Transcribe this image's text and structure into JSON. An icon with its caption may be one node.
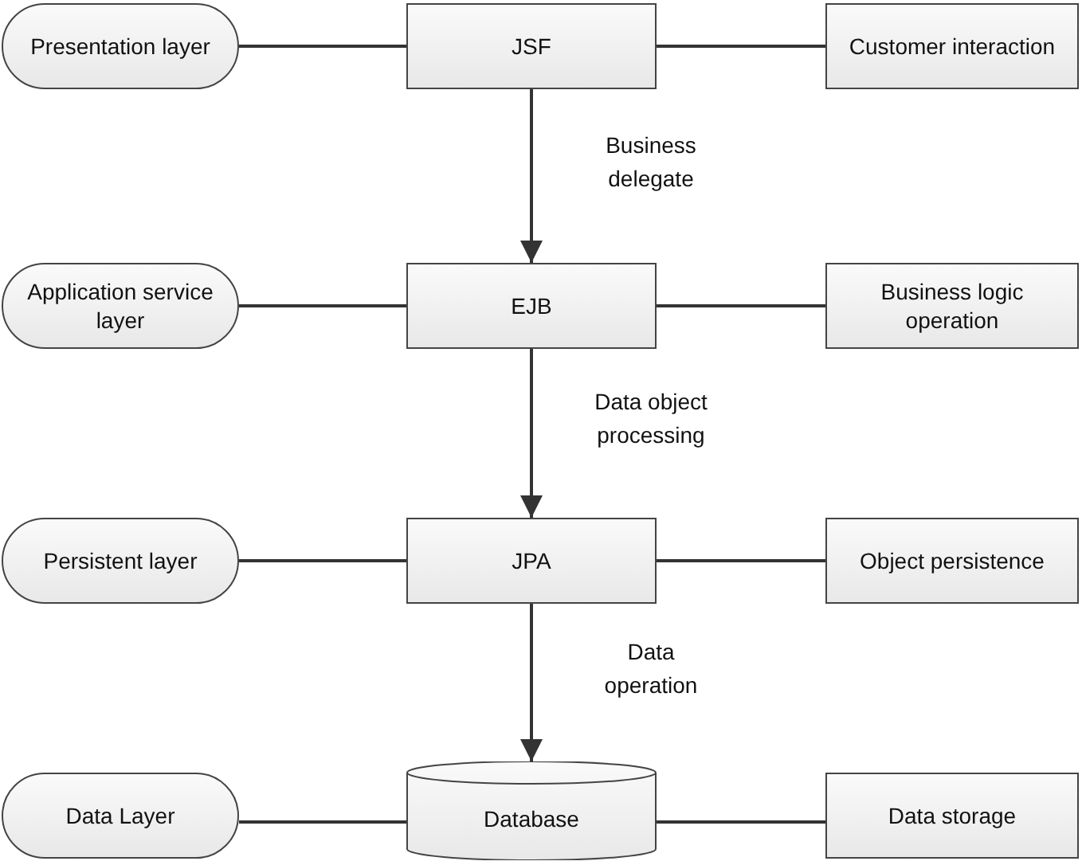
{
  "diagram": {
    "nodes": [
      {
        "text": [
          "Presentation layer"
        ]
      },
      {
        "text": [
          "JSF"
        ]
      },
      {
        "text": [
          "Customer interaction"
        ]
      },
      {
        "text": [
          "Application service layer"
        ]
      },
      {
        "text": [
          "EJB"
        ]
      },
      {
        "text": [
          "Business logic operation"
        ]
      },
      {
        "text": [
          "Persistent layer"
        ]
      },
      {
        "text": [
          "JPA"
        ]
      },
      {
        "text": [
          "Object persistence"
        ]
      },
      {
        "text": [
          "Data Layer"
        ]
      },
      {
        "text": [
          "Database"
        ]
      },
      {
        "text": [
          "Data storage"
        ]
      }
    ],
    "edges": [
      {
        "from": 0,
        "to": 1,
        "arrow": "none"
      },
      {
        "from": 1,
        "to": 2,
        "arrow": "none"
      },
      {
        "from": 1,
        "to": 4,
        "arrow": "to",
        "label": "Business delegate"
      },
      {
        "from": 3,
        "to": 4,
        "arrow": "none"
      },
      {
        "from": 4,
        "to": 5,
        "arrow": "none"
      },
      {
        "from": 4,
        "to": 7,
        "arrow": "to",
        "label": "Data object processing"
      },
      {
        "from": 6,
        "to": 7,
        "arrow": "none"
      },
      {
        "from": 7,
        "to": 8,
        "arrow": "none"
      },
      {
        "from": 7,
        "to": 10,
        "arrow": "to",
        "label": "Data operation"
      },
      {
        "from": 9,
        "to": 10,
        "arrow": "none"
      },
      {
        "from": 10,
        "to": 11,
        "arrow": "none"
      }
    ]
  }
}
